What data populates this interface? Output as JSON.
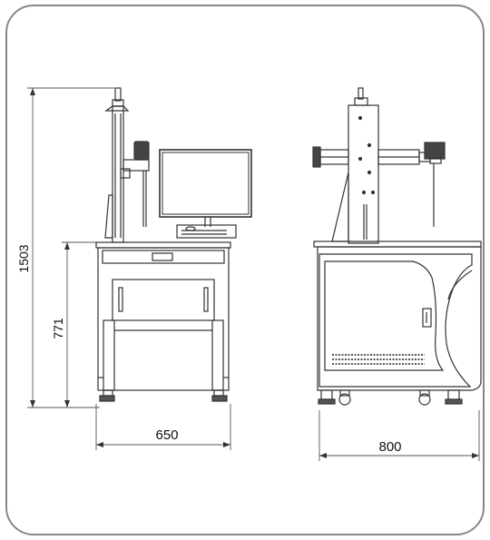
{
  "dimensions": {
    "total_height": "1503",
    "table_height": "771",
    "front_width": "650",
    "side_depth": "800"
  },
  "colors": {
    "line": "#333333",
    "frame": "#888888",
    "background": "#ffffff"
  }
}
